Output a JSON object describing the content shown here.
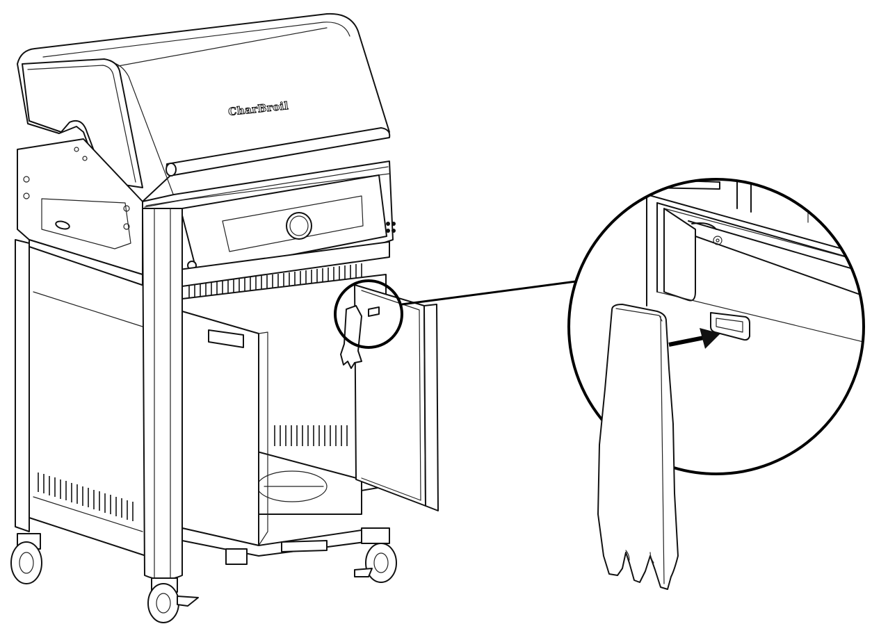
{
  "diagram": {
    "brand_logo": "CharBroil",
    "icons": [
      "grill-illustration",
      "detail-magnifier-circle",
      "arrow-icon",
      "tool-hook-icon"
    ]
  }
}
